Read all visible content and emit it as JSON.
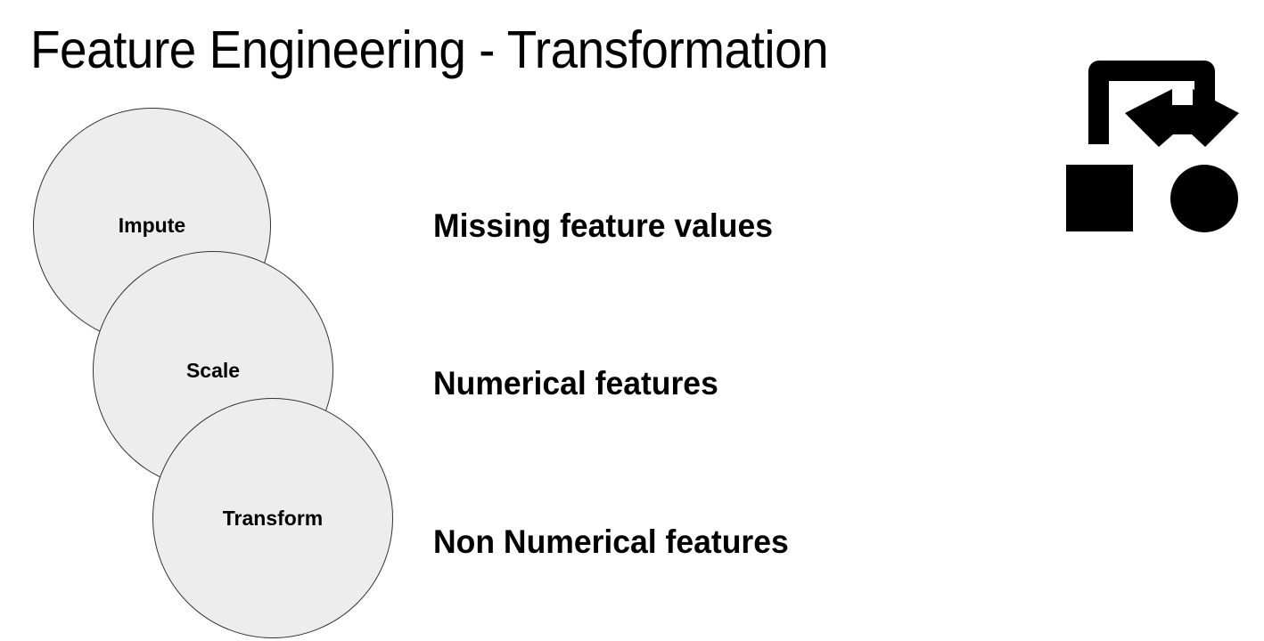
{
  "slide": {
    "title": "Feature Engineering - Transformation",
    "background_color": "#ffffff",
    "text_color": "#000000"
  },
  "pipeline": {
    "circle_fill": "#ededed",
    "circle_border": "#333333",
    "stages": [
      {
        "label": "Impute",
        "description": "Missing feature values"
      },
      {
        "label": "Scale",
        "description": "Numerical features"
      },
      {
        "label": "Transform",
        "description": "Non Numerical features"
      }
    ]
  },
  "icon": {
    "name": "transform-shapes-icon",
    "color": "#000000",
    "parts": [
      "square",
      "circle",
      "curved-down-arrow"
    ]
  }
}
